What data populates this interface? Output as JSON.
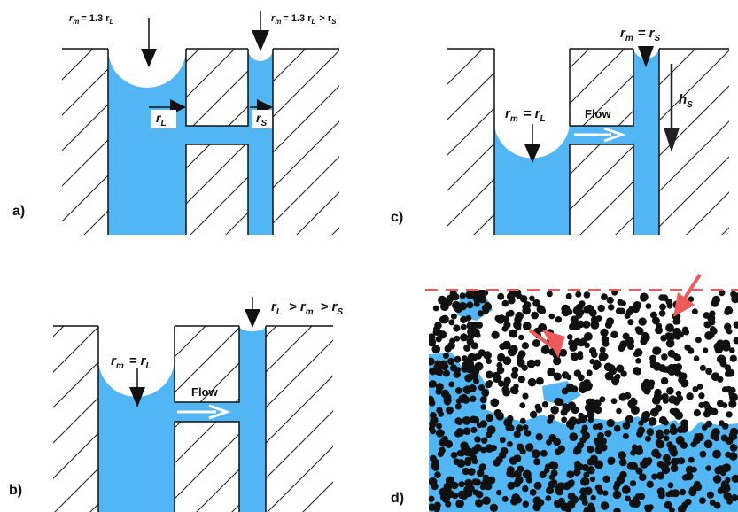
{
  "colors": {
    "water": "#53b6f4",
    "stroke": "#111111",
    "hatch": "#222222",
    "flow_arrow": "#ffffff",
    "accent": "#f05a5a",
    "particle": "#111111",
    "background": "#ffffff"
  },
  "panels": {
    "a": {
      "letter": "a)",
      "label_left": "r",
      "label_left_sub": "m",
      "label_left_eq": "= 1.3 r",
      "label_left_eq_sub": "L",
      "label_right": "r",
      "label_right_sub": "m",
      "label_right_eq": "= 1.3 r",
      "label_right_eq_sub": "L",
      "label_right_gt": "> r",
      "label_right_gt_sub": "S",
      "radius_large": "r",
      "radius_large_sub": "L",
      "radius_small": "r",
      "radius_small_sub": "S"
    },
    "b": {
      "letter": "b)",
      "eq_main": "r",
      "eq_main_sub": "m",
      "eq_mid": "=  r",
      "eq_mid_sub": "L",
      "flow": "Flow",
      "top_r1": "r",
      "top_r1_sub": "L",
      "top_gt1": ">  r",
      "top_gt1_sub": "m",
      "top_gt2": ">  r",
      "top_gt2_sub": "S"
    },
    "c": {
      "letter": "c)",
      "eq_main": "r",
      "eq_main_sub": "m",
      "eq_mid": "=  r",
      "eq_mid_sub": "L",
      "flow": "Flow",
      "top_r": "r",
      "top_r_sub": "m",
      "top_eq": "=  r",
      "top_eq_sub": "S",
      "height": "h",
      "height_sub": "S"
    },
    "d": {
      "letter": "d)"
    }
  }
}
